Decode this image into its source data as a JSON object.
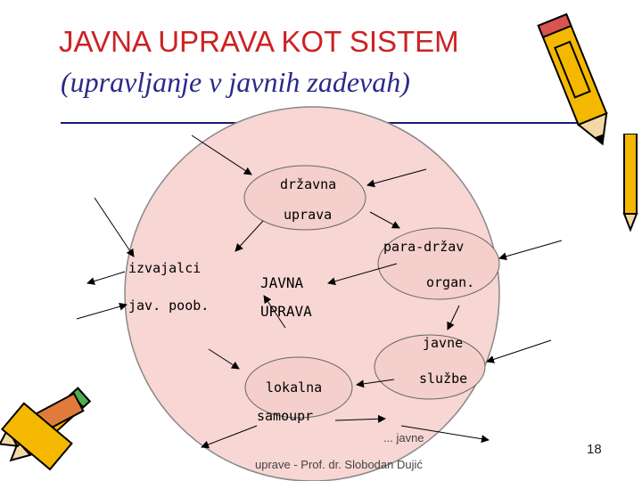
{
  "slide": {
    "title_line1": "JAVNA UPRAVA KOT SISTEM",
    "title_line2": "(upravljanje v javnih zadevah)",
    "page_number": "18",
    "footer_line1": "... javne",
    "footer_line2": "uprave - Prof. dr. Slobodan Dujić"
  },
  "diagram": {
    "labels": {
      "drzavna": "državna",
      "uprava": "uprava",
      "para_drzav": "para-držav",
      "organ": "organ.",
      "izvajalci": "izvajalci",
      "jav_poob": "jav. poob.",
      "javna": "JAVNA",
      "uprava_center": "UPRAVA",
      "javne": "javne",
      "sluzbe": "službe",
      "lokalna": "lokalna",
      "samoupr": "samoupr"
    }
  },
  "colors": {
    "title_red": "#cc2222",
    "subtitle_blue": "#2a2a88",
    "circle_fill": "#f7d6d3",
    "circle_stroke": "#888888",
    "pencil_yellow": "#f5b800"
  },
  "icons": [
    "pencil-icon",
    "pencils-icon"
  ]
}
